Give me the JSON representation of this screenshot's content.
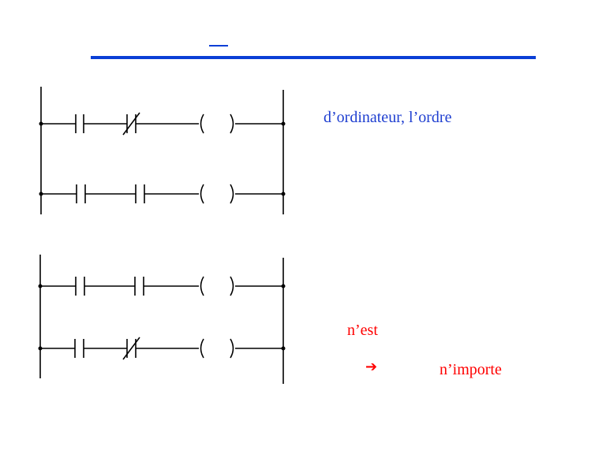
{
  "colors": {
    "accent": "#0a3fd6",
    "blue_text": "#1f3fd0",
    "red_text": "#ff0000",
    "line": "#000000"
  },
  "notes": {
    "blue": "d’ordinateur, l’ordre",
    "red_1": "n’est",
    "arrow_icon": "➔",
    "red_2": "n’importe"
  },
  "ladders": [
    {
      "name": "ladder-top",
      "rungs": [
        {
          "elements": [
            "contact-no",
            "contact-nc",
            "coil"
          ]
        },
        {
          "elements": [
            "contact-no",
            "contact-no",
            "coil"
          ]
        }
      ]
    },
    {
      "name": "ladder-bottom",
      "rungs": [
        {
          "elements": [
            "contact-no",
            "contact-no",
            "coil"
          ]
        },
        {
          "elements": [
            "contact-no",
            "contact-nc",
            "coil"
          ]
        }
      ]
    }
  ]
}
